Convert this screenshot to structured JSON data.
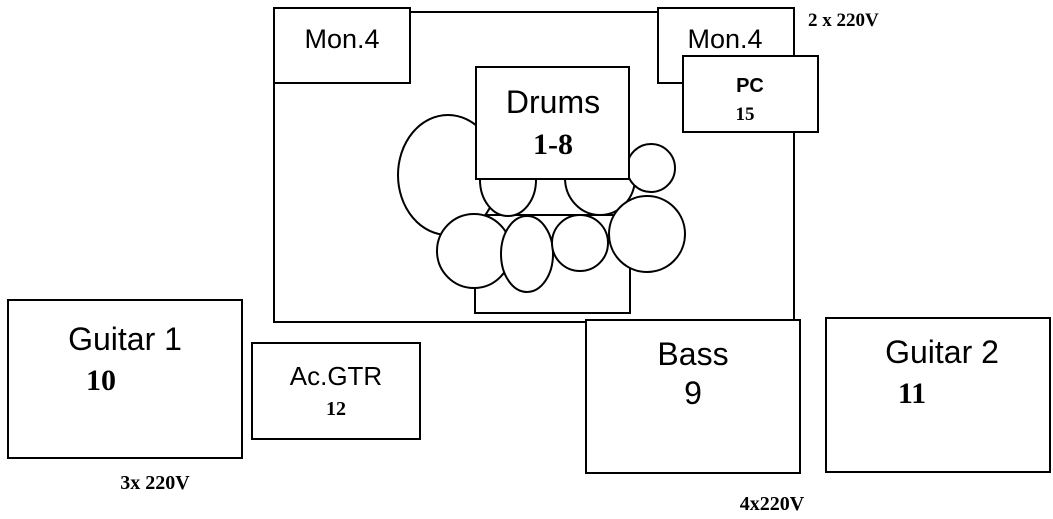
{
  "stage_items": {
    "monitor_left": {
      "label": "Mon.4"
    },
    "monitor_right": {
      "label": "Mon.4"
    },
    "drums": {
      "label": "Drums",
      "channels": "1-8"
    },
    "pc": {
      "label": "PC",
      "channel": "15"
    },
    "guitar1": {
      "label": "Guitar 1",
      "channel": "10"
    },
    "acoustic_guitar": {
      "label": "Ac.GTR",
      "channel": "12"
    },
    "bass": {
      "label": "Bass",
      "channel": "9"
    },
    "guitar2": {
      "label": "Guitar 2",
      "channel": "11"
    }
  },
  "power": {
    "top_right": "2 x 220V",
    "bottom_left": "3x 220V",
    "bottom_center": "4x220V"
  }
}
